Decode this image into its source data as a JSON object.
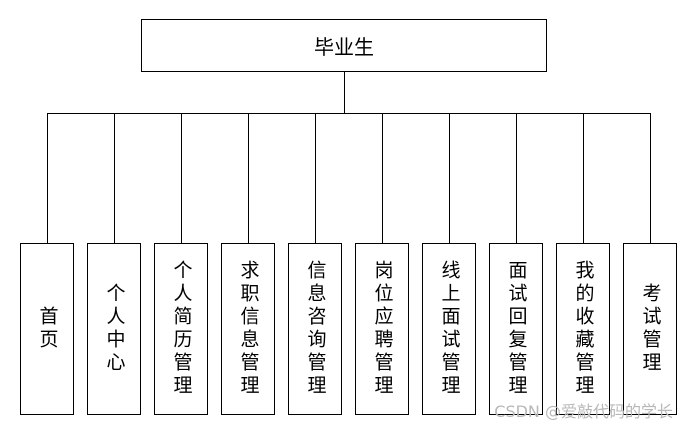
{
  "root": {
    "label": "毕业生"
  },
  "children": [
    {
      "label": "首页"
    },
    {
      "label": "个人中心"
    },
    {
      "label": "个人简历管理"
    },
    {
      "label": "求职信息管理"
    },
    {
      "label": "信息咨询管理"
    },
    {
      "label": "岗位应聘管理"
    },
    {
      "label": "线上面试管理"
    },
    {
      "label": "面试回复管理"
    },
    {
      "label": "我的收藏管理"
    },
    {
      "label": "考试管理"
    }
  ],
  "watermark": "CSDN @爱敲代码的学长"
}
